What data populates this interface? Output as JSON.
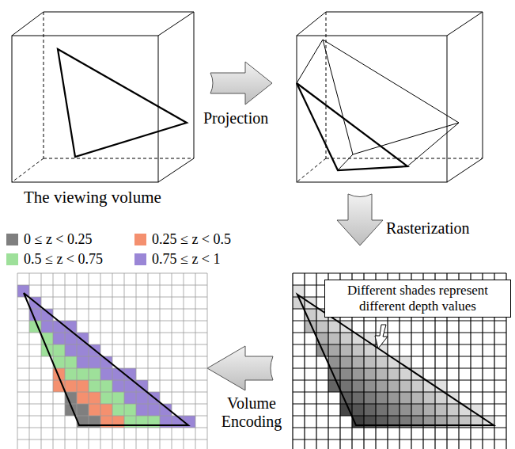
{
  "diagram": {
    "nodes": [
      {
        "text": [
          "Different shades represent different depth values"
        ]
      }
    ],
    "edges": [],
    "labels": [
      "The viewing volume",
      "Projection",
      "Rasterization",
      "Volume Encoding"
    ],
    "legend": [
      {
        "text": "0 ≤ z < 0.25",
        "color": "#7f7f7f"
      },
      {
        "text": "0.25 ≤ z < 0.5",
        "color": "#f4906f"
      },
      {
        "text": "0.5 ≤ z < 0.75",
        "color": "#9ee09a"
      },
      {
        "text": "0.75 ≤ z < 1",
        "color": "#9a86d6"
      }
    ]
  }
}
